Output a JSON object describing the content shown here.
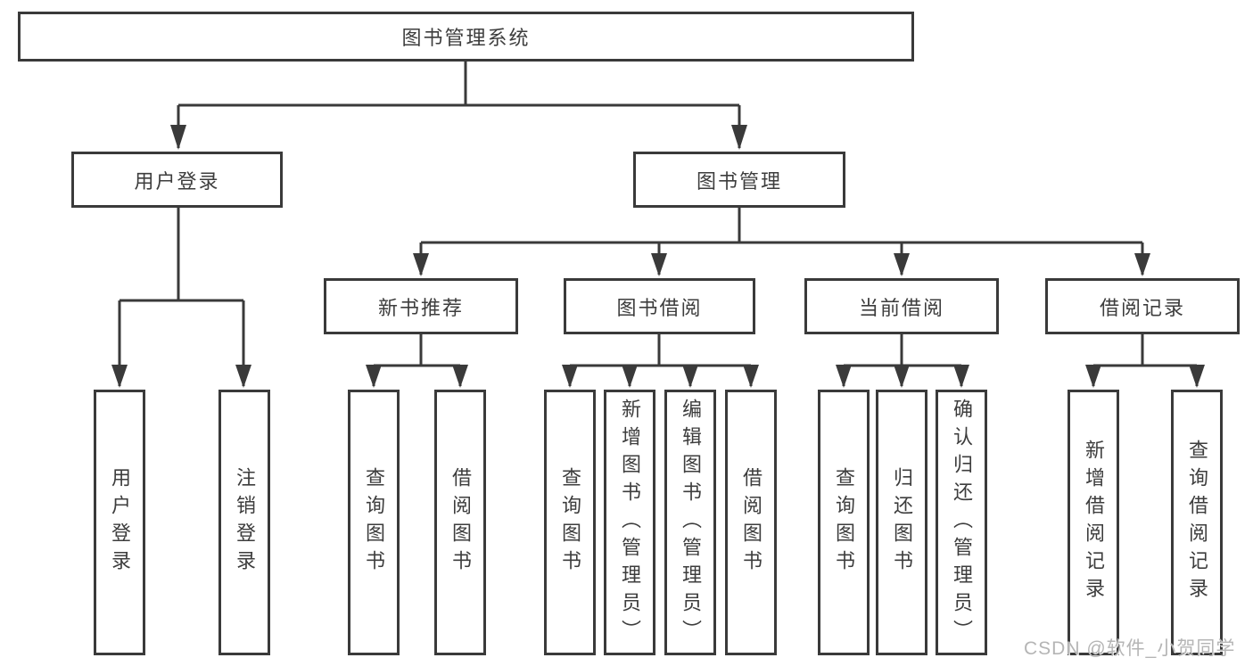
{
  "colors": {
    "bg": "#ffffff",
    "line": "#3a3a3a",
    "text": "#3d3d3d",
    "watermark": "#b5b5b5"
  },
  "watermark": "CSDN @软件_小贺同学",
  "tree": {
    "root": {
      "label": "图书管理系统",
      "children": [
        {
          "label": "用户登录",
          "children": [
            {
              "label": "用户登录"
            },
            {
              "label": "注销登录"
            }
          ]
        },
        {
          "label": "图书管理",
          "children": [
            {
              "label": "新书推荐",
              "children": [
                {
                  "label": "查询图书"
                },
                {
                  "label": "借阅图书"
                }
              ]
            },
            {
              "label": "图书借阅",
              "children": [
                {
                  "label": "查询图书"
                },
                {
                  "label": "新增图书（管理员）"
                },
                {
                  "label": "编辑图书（管理员）"
                },
                {
                  "label": "借阅图书"
                }
              ]
            },
            {
              "label": "当前借阅",
              "children": [
                {
                  "label": "查询图书"
                },
                {
                  "label": "归还图书"
                },
                {
                  "label": "确认归还（管理员）"
                }
              ]
            },
            {
              "label": "借阅记录",
              "children": [
                {
                  "label": "新增借阅记录"
                },
                {
                  "label": "查询借阅记录"
                }
              ]
            }
          ]
        }
      ]
    }
  }
}
